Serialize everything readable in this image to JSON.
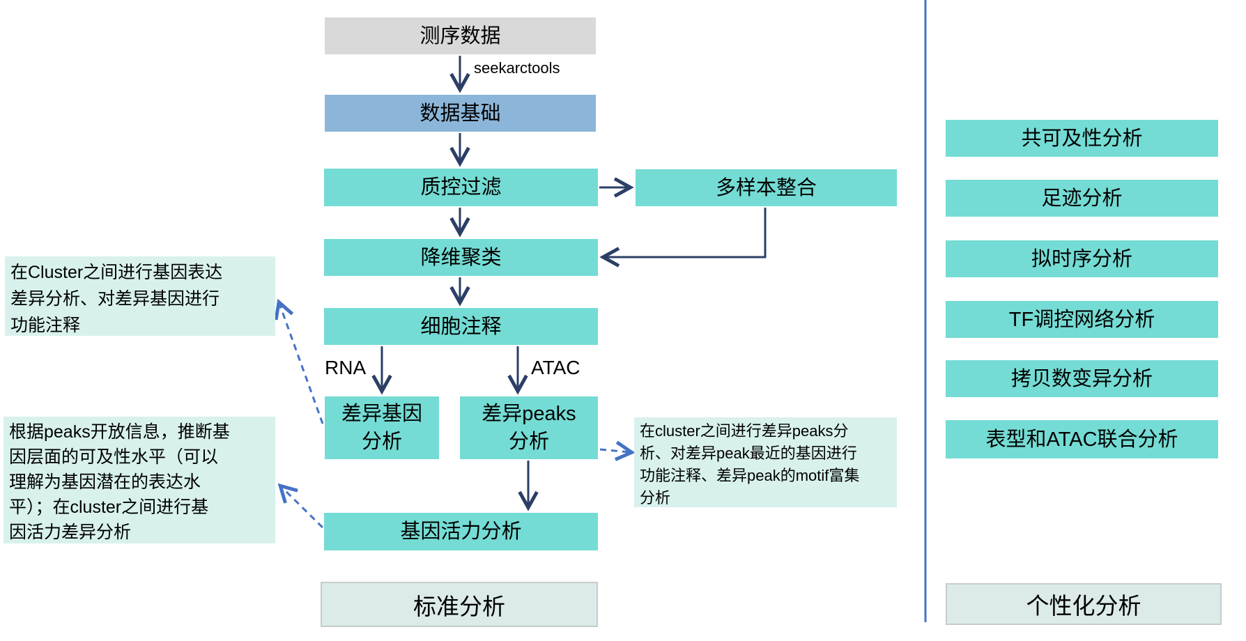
{
  "flow": {
    "tool_label": "seekarctools",
    "branch_labels": {
      "left": "RNA",
      "right": "ATAC"
    },
    "nodes": {
      "seq_data": "测序数据",
      "data_base": "数据基础",
      "qc_filter": "质控过滤",
      "multi_sample": "多样本整合",
      "dim_cluster": "降维聚类",
      "cell_annot": "细胞注释",
      "diff_gene": "差异基因\n分析",
      "diff_peaks": "差异peaks\n分析",
      "gene_activity": "基因活力分析"
    },
    "section_labels": {
      "standard": "标准分析",
      "custom": "个性化分析"
    }
  },
  "annotations": {
    "diff_gene_note": "在Cluster之间进行基因表达\n差异分析、对差异基因进行\n功能注释",
    "gene_activity_note": "根据peaks开放信息，推断基\n因层面的可及性水平（可以\n理解为基因潜在的表达水\n平）；在cluster之间进行基\n因活力差异分析",
    "diff_peaks_note": "在cluster之间进行差异peaks分\n析、对差异peak最近的基因进行\n功能注释、差异peak的motif富集\n分析"
  },
  "personalized": {
    "items": [
      "共可及性分析",
      "足迹分析",
      "拟时序分析",
      "TF调控网络分析",
      "拷贝数变异分析",
      "表型和ATAC联合分析"
    ]
  },
  "colors": {
    "teal": "#74DCD4",
    "mint": "#D8F1ED",
    "blue": "#8CB6D9",
    "gray": "#D9D9D9",
    "label_bg": "#DCEBE9",
    "label_border": "#C6CCCB",
    "arrow": "#2B3F66",
    "dashed": "#4472C4"
  }
}
